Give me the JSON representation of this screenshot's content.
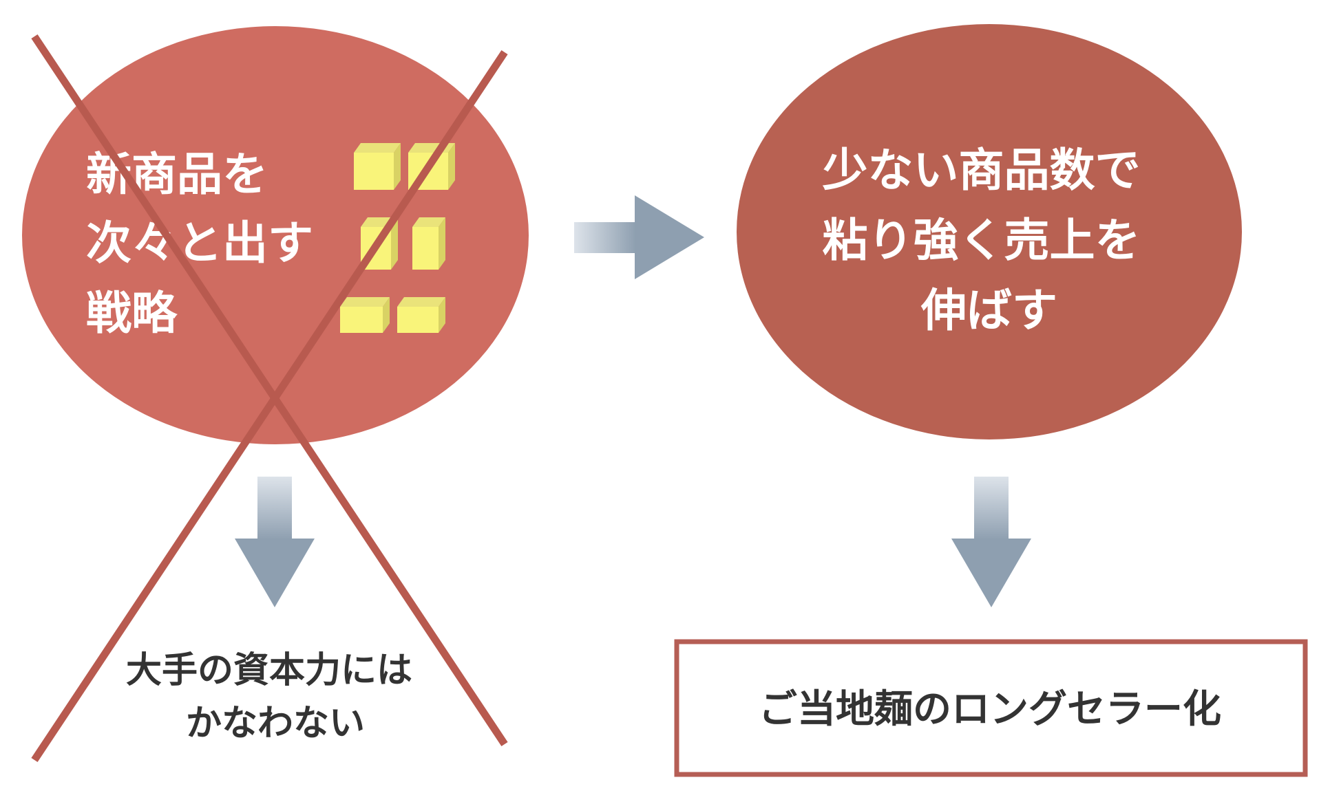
{
  "left_ellipse": {
    "lines": [
      "新商品を",
      "次々と出す",
      "戦略"
    ]
  },
  "right_ellipse": {
    "lines": [
      "少ない商品数で",
      "粘り強く売上を",
      "伸ばす"
    ]
  },
  "left_result": {
    "lines": [
      "大手の資本力には",
      "かなわない"
    ]
  },
  "right_result": {
    "text": "ご当地麺のロングセラー化"
  },
  "colors": {
    "left_ellipse": "#cf6c61",
    "right_ellipse": "#b86152",
    "cross": "#b85a4f",
    "arrow": "#8e9fb0",
    "arrow_light": "#dde3ea",
    "box_border": "#b55e55",
    "product_box": "#f9f47a"
  }
}
